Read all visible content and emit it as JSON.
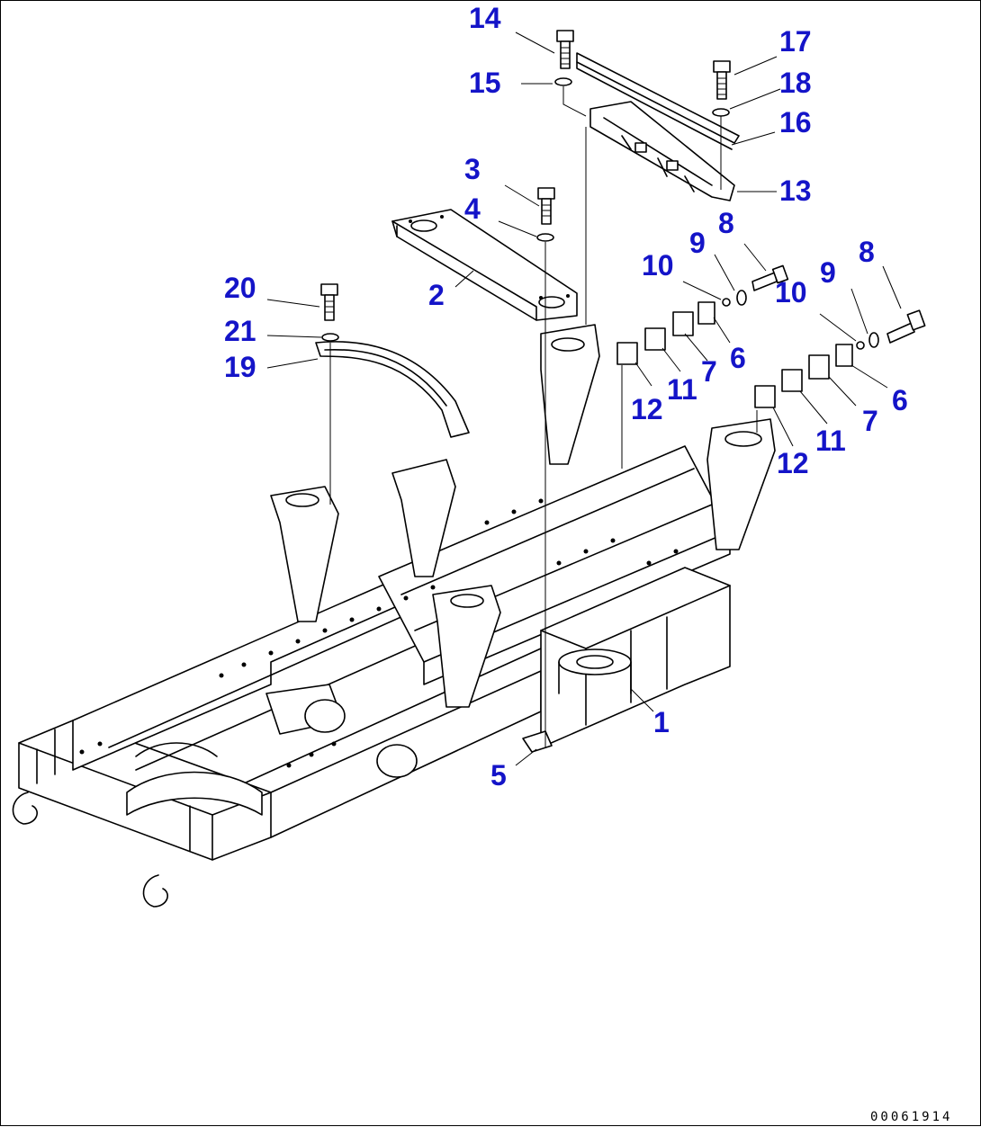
{
  "diagram": {
    "drawing_id": "00061914",
    "callouts": [
      {
        "id": "c14a",
        "label": "14"
      },
      {
        "id": "c15",
        "label": "15"
      },
      {
        "id": "c17",
        "label": "17"
      },
      {
        "id": "c18",
        "label": "18"
      },
      {
        "id": "c16",
        "label": "16"
      },
      {
        "id": "c13",
        "label": "13"
      },
      {
        "id": "c3",
        "label": "3"
      },
      {
        "id": "c4",
        "label": "4"
      },
      {
        "id": "c2",
        "label": "2"
      },
      {
        "id": "c20",
        "label": "20"
      },
      {
        "id": "c21",
        "label": "21"
      },
      {
        "id": "c19",
        "label": "19"
      },
      {
        "id": "c8a",
        "label": "8"
      },
      {
        "id": "c9a",
        "label": "9"
      },
      {
        "id": "c10a",
        "label": "10"
      },
      {
        "id": "c6a",
        "label": "6"
      },
      {
        "id": "c7a",
        "label": "7"
      },
      {
        "id": "c11a",
        "label": "11"
      },
      {
        "id": "c12a",
        "label": "12"
      },
      {
        "id": "c8b",
        "label": "8"
      },
      {
        "id": "c9b",
        "label": "9"
      },
      {
        "id": "c10b",
        "label": "10"
      },
      {
        "id": "c6b",
        "label": "6"
      },
      {
        "id": "c7b",
        "label": "7"
      },
      {
        "id": "c11b",
        "label": "11"
      },
      {
        "id": "c12b",
        "label": "12"
      },
      {
        "id": "c1",
        "label": "1"
      },
      {
        "id": "c5",
        "label": "5"
      }
    ]
  }
}
